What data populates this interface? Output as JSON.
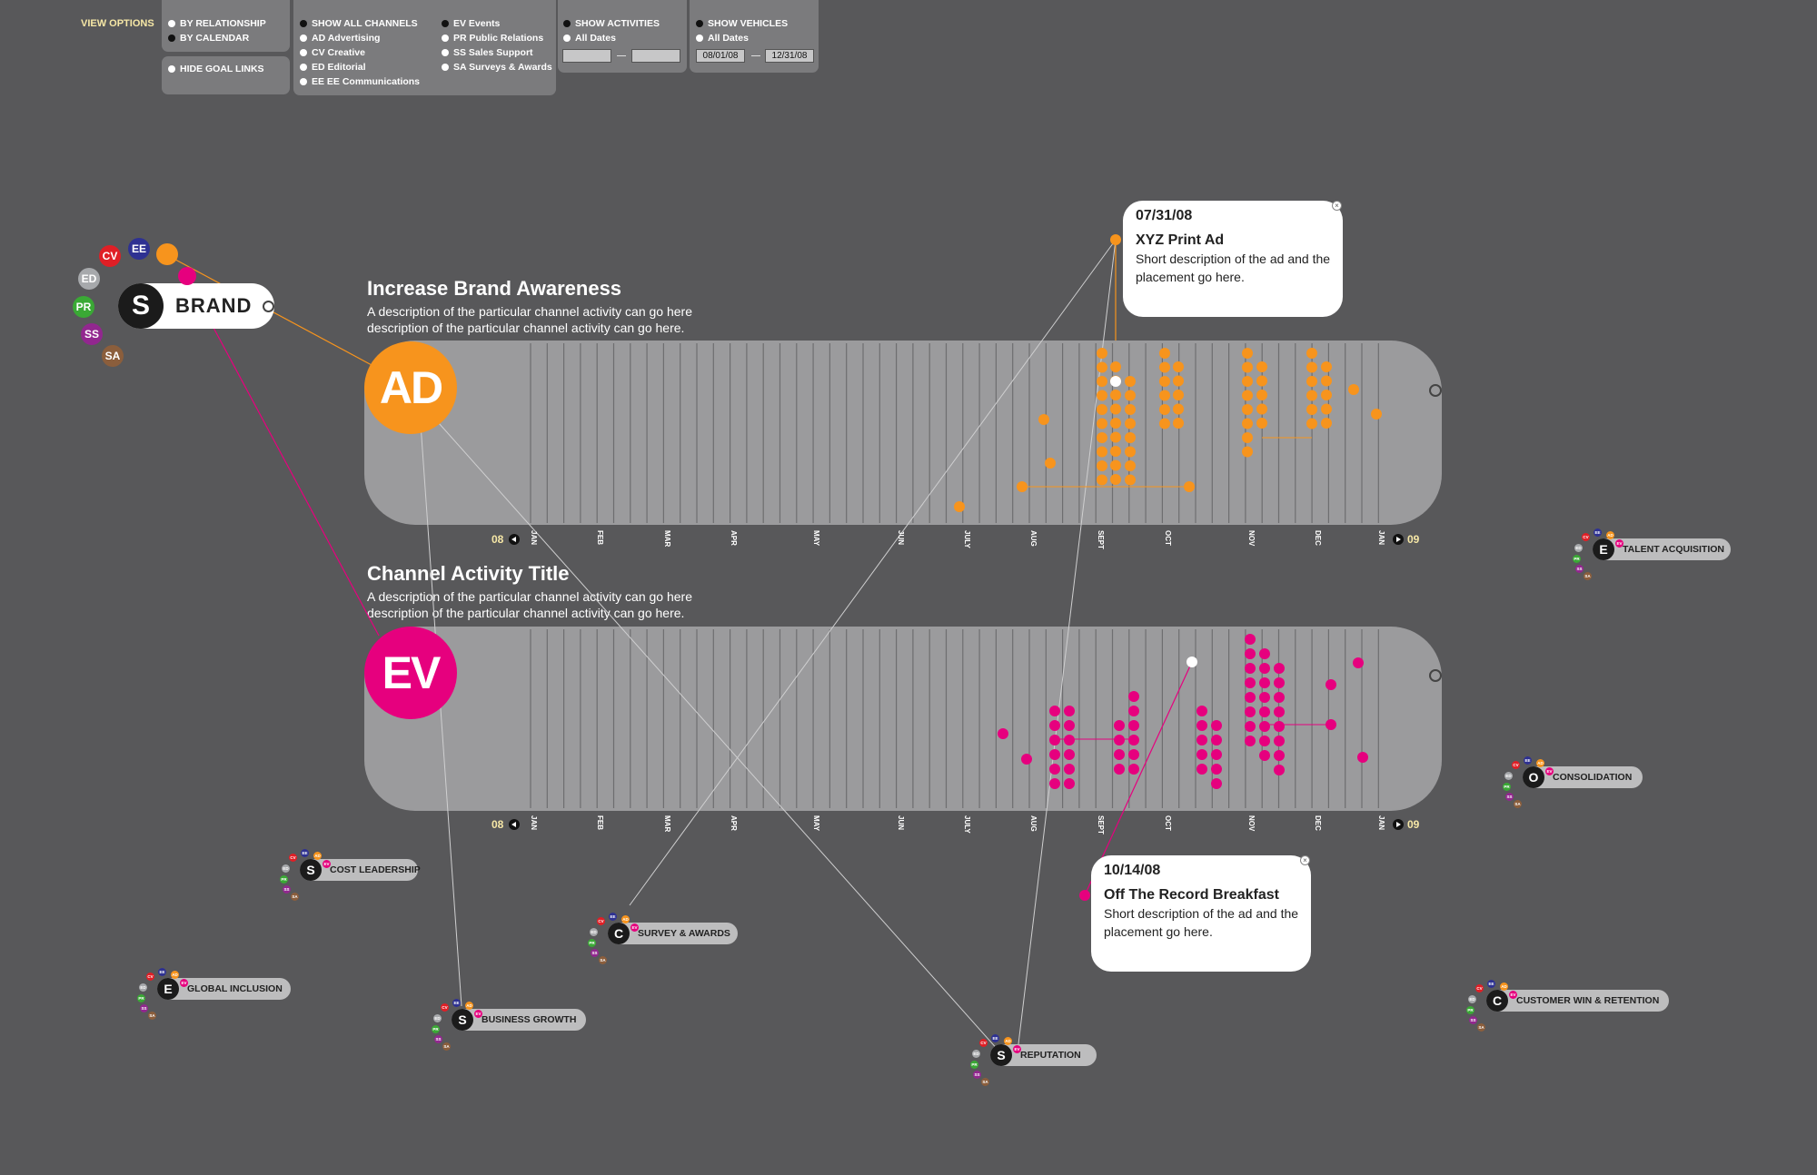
{
  "view_options": {
    "title": "VIEW OPTIONS",
    "by_relationship": "BY RELATIONSHIP",
    "by_calendar": "BY CALENDAR",
    "hide_goal_links": "HIDE GOAL LINKS",
    "channels_col1": [
      "SHOW ALL CHANNELS",
      "AD Advertising",
      "CV Creative",
      "ED Editorial",
      "EE EE Communications"
    ],
    "channels_col2": [
      "EV Events",
      "PR Public Relations",
      "SS Sales Support",
      "SA Surveys & Awards"
    ],
    "show_activities": "SHOW ACTIVITIES",
    "activities_all_dates": "All Dates",
    "show_vehicles": "SHOW VEHICLES",
    "vehicles_all_dates": "All Dates",
    "vehicle_start": "08/01/08",
    "vehicle_end": "12/31/08"
  },
  "colors": {
    "AD": "#f7941d",
    "EV": "#e6007e",
    "CV": "#e01f26",
    "EE": "#2e3192",
    "ED": "#a7a9ac",
    "PR": "#3aa935",
    "SS": "#92278f",
    "SA": "#8b5e3c"
  },
  "brand": {
    "letter": "S",
    "label": "BRAND",
    "badges": [
      "CV",
      "EE",
      "ED",
      "PR",
      "SS",
      "SA"
    ]
  },
  "channels": [
    {
      "code": "AD",
      "title": "Increase Brand Awareness",
      "desc1": "A description of the particular channel activity can go here",
      "desc2": "description of the particular channel activity can go here."
    },
    {
      "code": "EV",
      "title": "Channel Activity Title",
      "desc1": "A description of the particular channel activity can go here",
      "desc2": "description of the particular channel activity can go here."
    }
  ],
  "timeline": {
    "year_start": "08",
    "year_end": "09",
    "months": [
      "JAN",
      "FEB",
      "MAR",
      "APR",
      "MAY",
      "JUN",
      "JULY",
      "AUG",
      "SEPT",
      "OCT",
      "NOV",
      "DEC",
      "JAN"
    ]
  },
  "popups": [
    {
      "date": "07/31/08",
      "title": "XYZ Print Ad",
      "desc1": "Short description of the ad and the",
      "desc2": "placement go here."
    },
    {
      "date": "10/14/08",
      "title": "Off The Record Breakfast",
      "desc1": "Short description of the ad and the",
      "desc2": "placement go here."
    }
  ],
  "goal_badges": [
    "CV",
    "EE",
    "AD",
    "EV",
    "ED",
    "PR",
    "SS",
    "SA"
  ],
  "goals": [
    {
      "letter": "E",
      "label": "TALENT ACQUISITION"
    },
    {
      "letter": "O",
      "label": "CONSOLIDATION"
    },
    {
      "letter": "S",
      "label": "COST LEADERSHIP"
    },
    {
      "letter": "C",
      "label": "SURVEY & AWARDS"
    },
    {
      "letter": "E",
      "label": "GLOBAL INCLUSION"
    },
    {
      "letter": "S",
      "label": "BUSINESS GROWTH"
    },
    {
      "letter": "S",
      "label": "REPUTATION"
    },
    {
      "letter": "C",
      "label": "CUSTOMER WIN & RETENTION"
    }
  ]
}
